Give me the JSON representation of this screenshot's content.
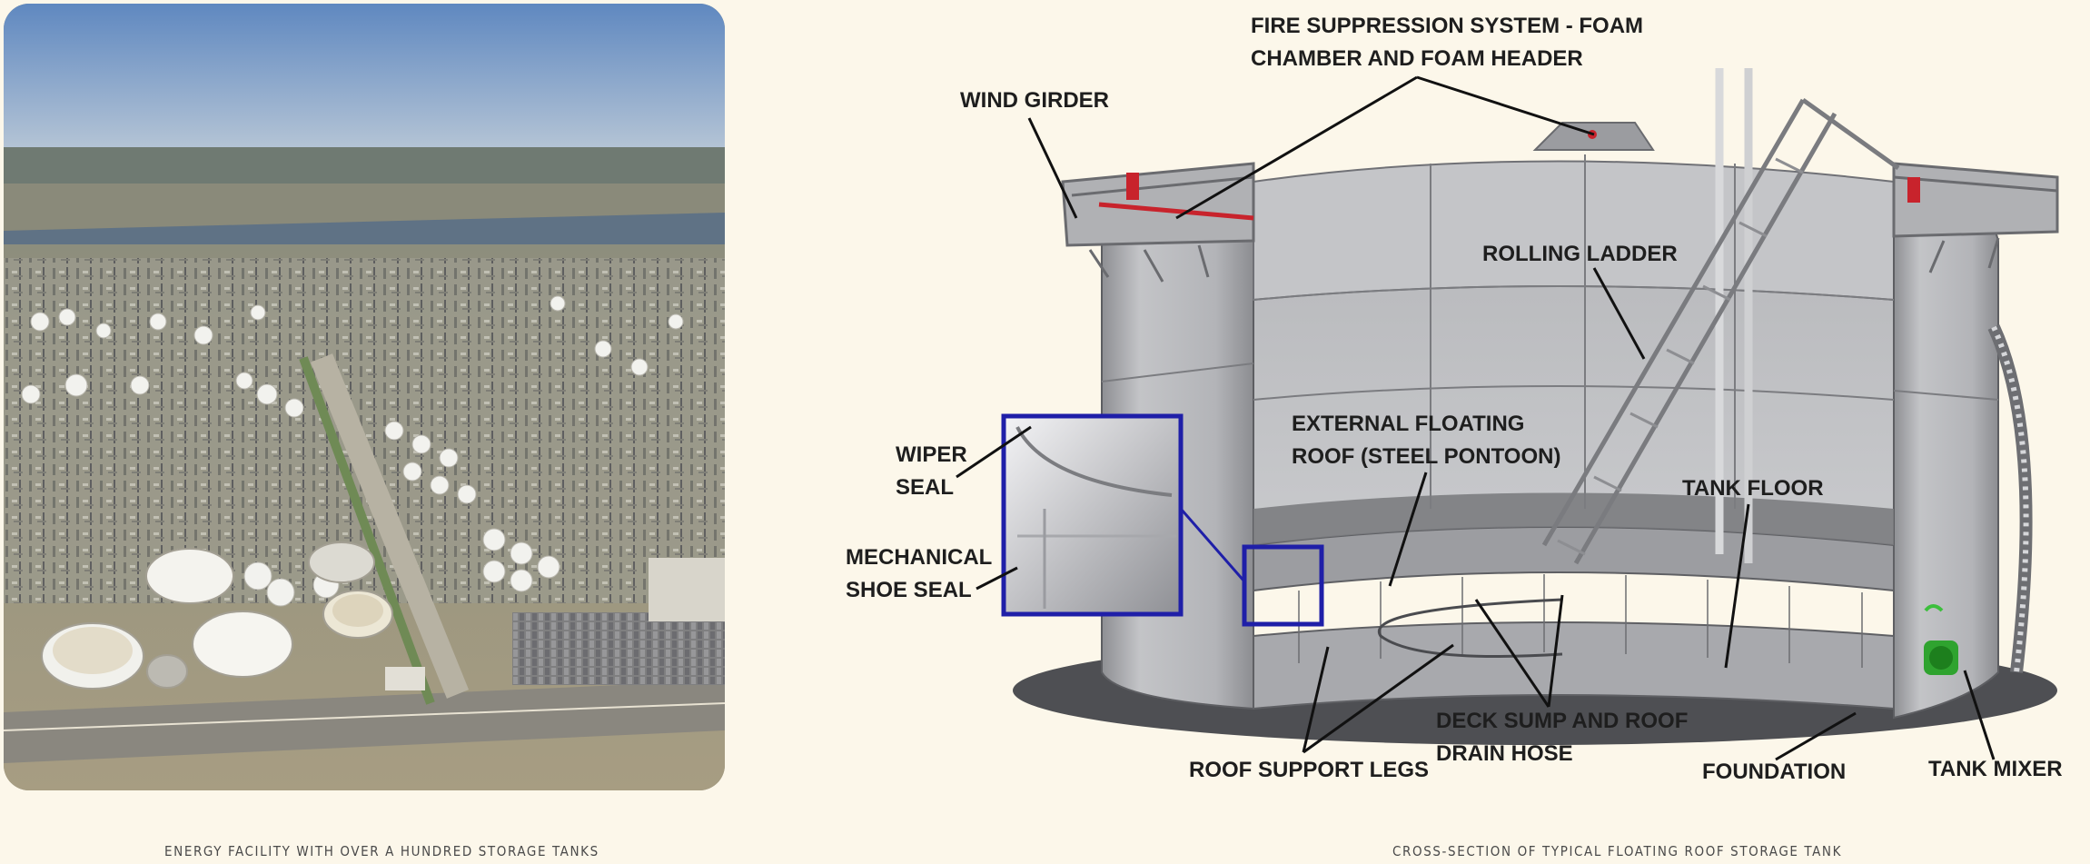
{
  "left_figure": {
    "caption": "ENERGY FACILITY WITH OVER A HUNDRED STORAGE TANKS"
  },
  "right_figure": {
    "caption": "CROSS-SECTION OF TYPICAL FLOATING ROOF STORAGE TANK",
    "labels": {
      "fire_suppression": [
        "FIRE SUPPRESSION SYSTEM - FOAM",
        "CHAMBER AND FOAM HEADER"
      ],
      "wind_girder": "WIND GIRDER",
      "rolling_ladder": "ROLLING LADDER",
      "wiper_seal": [
        "WIPER",
        "SEAL"
      ],
      "mechanical_shoe_seal": [
        "MECHANICAL",
        "SHOE SEAL"
      ],
      "external_floating_roof": [
        "EXTERNAL FLOATING",
        "ROOF (STEEL PONTOON)"
      ],
      "tank_floor": "TANK FLOOR",
      "deck_sump": [
        "DECK SUMP AND ROOF",
        "DRAIN HOSE"
      ],
      "roof_support_legs": "ROOF SUPPORT LEGS",
      "foundation": "FOUNDATION",
      "tank_mixer": "TANK MIXER"
    }
  },
  "colors": {
    "background": "#fcf7ea",
    "callout_box": "#1f1fa8",
    "tank_shell": "#b9babd",
    "accent_red": "#c8232c",
    "mixer_green": "#2fa32f"
  }
}
